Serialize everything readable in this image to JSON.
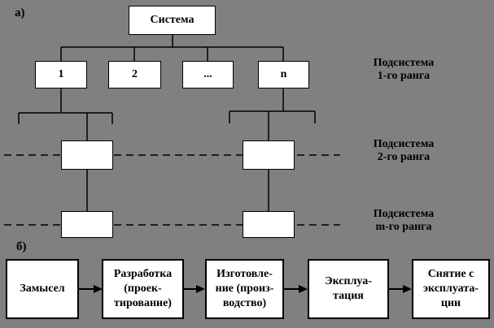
{
  "colors": {
    "background": "#808080",
    "box_fill": "#FFFFFF",
    "line": "#000000",
    "text": "#000000"
  },
  "part_a": {
    "section_label": "а)",
    "root_box": "Система",
    "rank1_boxes": [
      "1",
      "2",
      "...",
      "n"
    ],
    "rank2_boxes": [
      "",
      ""
    ],
    "rank3_boxes": [
      "",
      ""
    ],
    "side_labels": [
      {
        "line1": "Подсистема",
        "line2": "1-го ранга"
      },
      {
        "line1": "Подсистема",
        "line2": "2-го ранга"
      },
      {
        "line1": "Подсистема",
        "line2": "m-го ранга"
      }
    ]
  },
  "part_b": {
    "section_label": "б)",
    "stages": [
      {
        "lines": [
          "Замысел"
        ]
      },
      {
        "lines": [
          "Разработка",
          "(проек-",
          "тирование)"
        ]
      },
      {
        "lines": [
          "Изготовле-",
          "ние (произ-",
          "водство)"
        ]
      },
      {
        "lines": [
          "Эксплуа-",
          "тация"
        ]
      },
      {
        "lines": [
          "Снятие с",
          "эксплуата-",
          "ции"
        ]
      }
    ]
  }
}
